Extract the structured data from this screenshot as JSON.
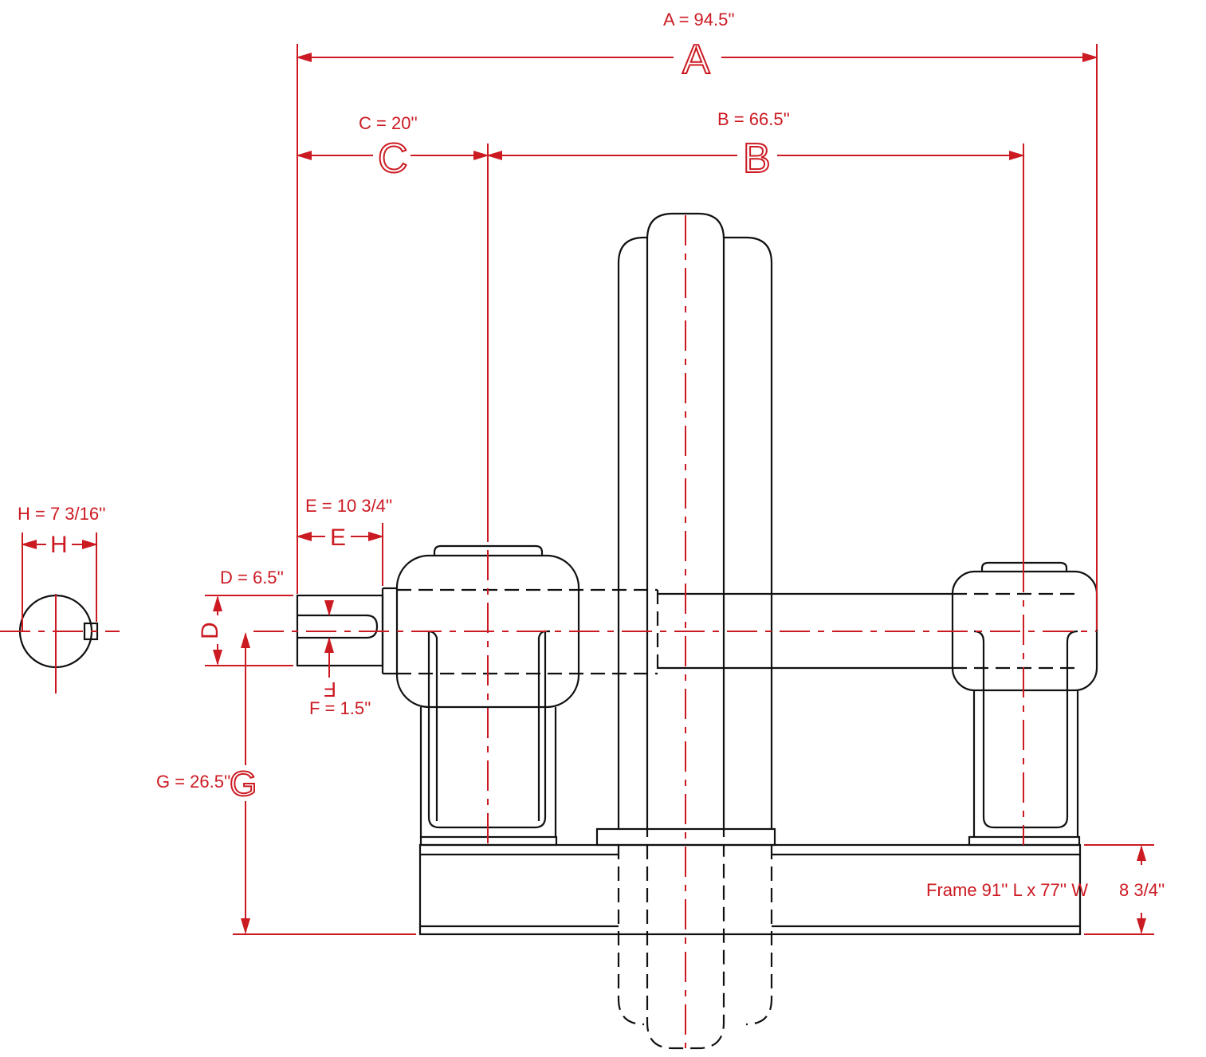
{
  "drawing": {
    "dimensions": {
      "A": {
        "letter": "A",
        "label": "A = 94.5''"
      },
      "B": {
        "letter": "B",
        "label": "B = 66.5''"
      },
      "C": {
        "letter": "C",
        "label": "C = 20''"
      },
      "D": {
        "letter": "D",
        "label": "D = 6.5''"
      },
      "E": {
        "letter": "E",
        "label": "E = 10   3/4''"
      },
      "F": {
        "letter": "F",
        "label": "F = 1.5''"
      },
      "G": {
        "letter": "G",
        "label": "G = 26.5''"
      },
      "H": {
        "letter": "H",
        "label": "H = 7   3/16''"
      }
    },
    "frame_label": "Frame 91'' L x 77'' W",
    "frame_height_label": "8  3/4''"
  },
  "colors": {
    "dimension": "#cc1a22",
    "outline": "#111111"
  }
}
